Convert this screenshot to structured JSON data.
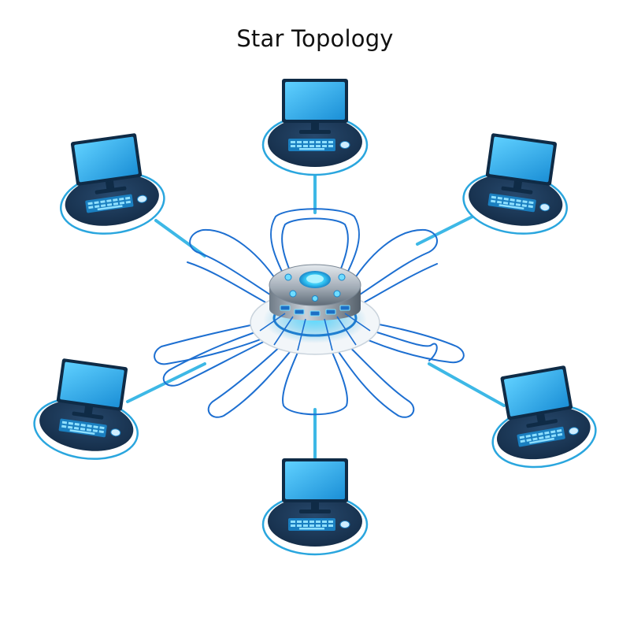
{
  "title": "Star Topology",
  "colors": {
    "link": "#3db8e6",
    "wire": "#1d6fd1",
    "pedestal": "#1b3a5c",
    "pedestal_ring": "#2aa6de",
    "screen": "#27a9e8",
    "hub_metal": "#9aa6b2",
    "hub_glow": "#3fd2ff"
  },
  "diagram": {
    "hub": "central-hub",
    "nodes": [
      "computer-top",
      "computer-top-right",
      "computer-bottom-right",
      "computer-bottom",
      "computer-bottom-left",
      "computer-top-left"
    ]
  }
}
